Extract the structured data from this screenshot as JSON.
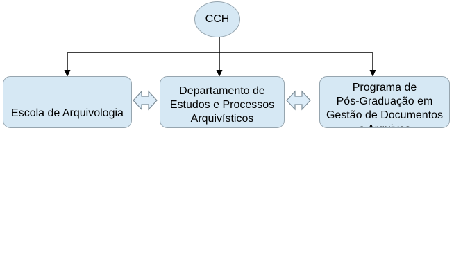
{
  "diagram": {
    "root": {
      "label": "CCH"
    },
    "nodes": [
      {
        "id": "escola",
        "lines": [
          "Escola de Arquivologia"
        ]
      },
      {
        "id": "departamento",
        "lines": [
          "Departamento de",
          "Estudos e Processos",
          "Arquivísticos"
        ]
      },
      {
        "id": "programa",
        "lines": [
          "Programa de",
          "Pós-Graduação em",
          "Gestão de Documentos",
          "e Arquivos"
        ]
      }
    ],
    "colors": {
      "background": "#ffffff",
      "node_fill": "#d6e8f4",
      "node_border": "#96a5af",
      "connector": "#000000",
      "arrow_fill": "#dcecf8",
      "arrow_border": "#7b8b96",
      "text": "#000000"
    }
  }
}
